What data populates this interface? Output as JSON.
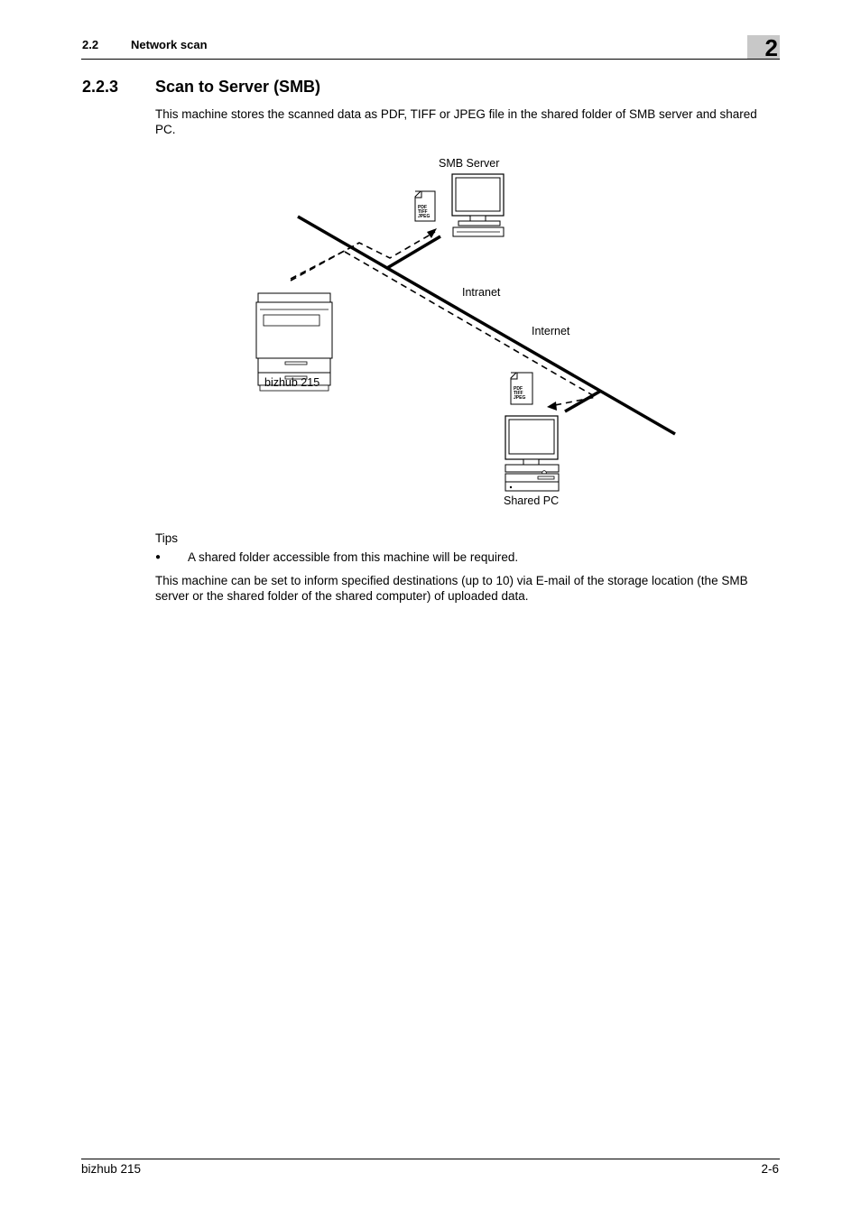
{
  "header": {
    "section_number": "2.2",
    "section_title": "Network scan",
    "chapter_number": "2"
  },
  "section": {
    "number": "2.2.3",
    "title": "Scan to Server (SMB)",
    "intro": "This machine stores the scanned data as PDF, TIFF or JPEG file in the shared folder of SMB server and shared PC."
  },
  "diagram": {
    "labels": {
      "smb_server": "SMB Server",
      "intranet": "Intranet",
      "internet": "Internet",
      "device": "bizhub 215",
      "shared_pc": "Shared PC"
    },
    "document_icon_lines": [
      "PDF",
      "TIFF",
      "JPEG"
    ]
  },
  "tips": {
    "label": "Tips",
    "bullet_symbol": "●",
    "bullets": [
      "A shared folder accessible from this machine will be required."
    ]
  },
  "note": "This machine can be set to inform specified destinations (up to 10) via E-mail of the storage location (the SMB server or the shared folder of the shared computer) of uploaded data.",
  "footer": {
    "product": "bizhub 215",
    "page": "2-6"
  }
}
